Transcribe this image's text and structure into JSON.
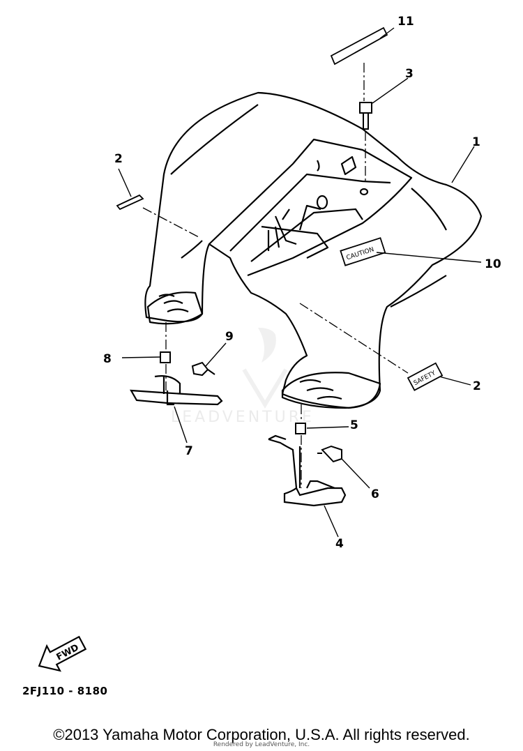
{
  "diagram": {
    "part_callouts": [
      "1",
      "2",
      "2",
      "3",
      "4",
      "5",
      "6",
      "7",
      "8",
      "9",
      "10",
      "11"
    ],
    "drawing_code": "2FJ110 - 8180",
    "direction_label": "FWD",
    "decal_label": "CAUTION",
    "decal_label_2": "SAFETY"
  },
  "watermark": {
    "text": "LEADVENTURE"
  },
  "footer": {
    "copyright": "©2013 Yamaha Motor Corporation, U.S.A. All rights reserved.",
    "rendered_by": "Rendered by LeadVenture, Inc."
  }
}
